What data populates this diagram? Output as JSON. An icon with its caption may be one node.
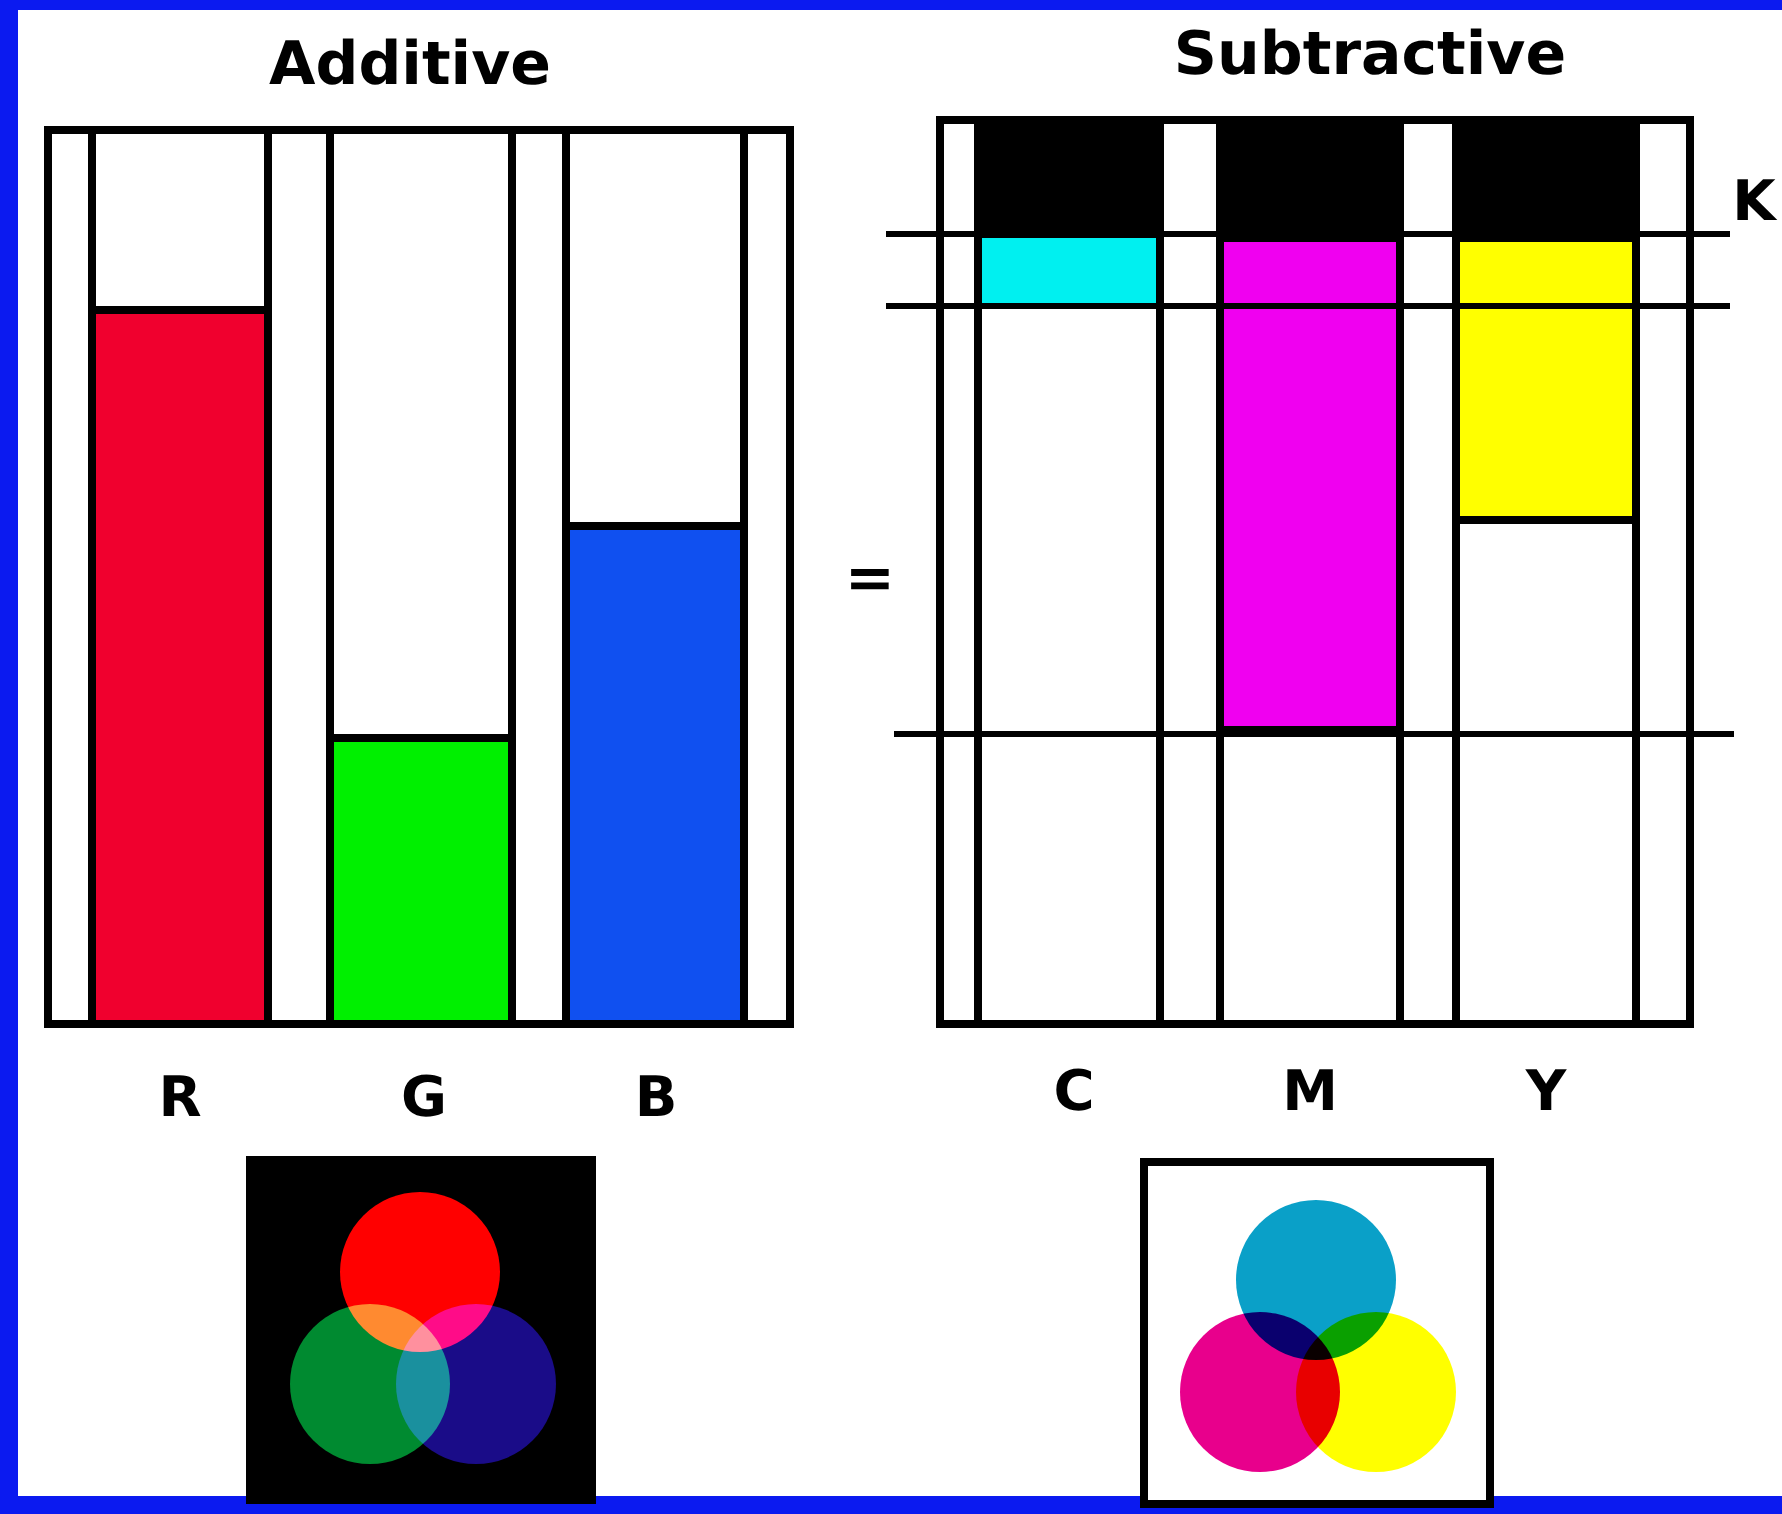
{
  "diagram": {
    "labels": [
      "Additive",
      "Subtractive",
      "=",
      "K",
      "R",
      "G",
      "B",
      "C",
      "M",
      "Y"
    ]
  }
}
